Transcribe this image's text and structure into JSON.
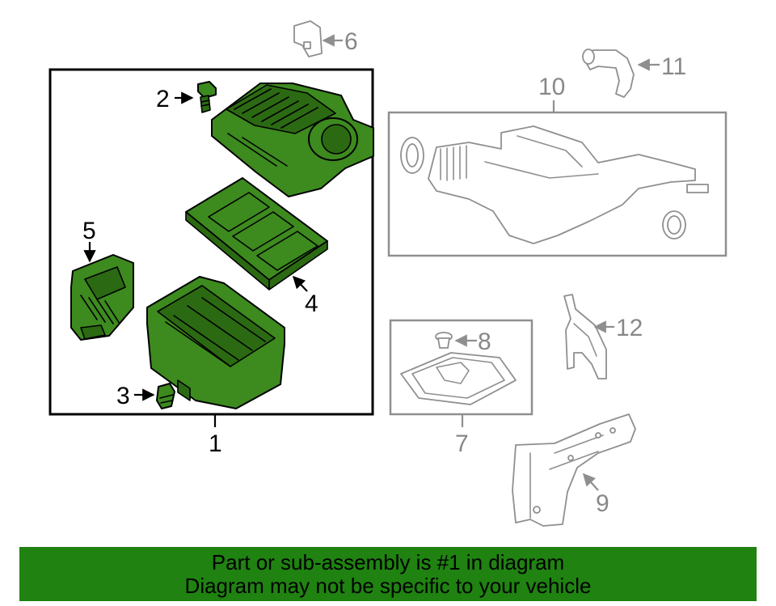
{
  "callouts": {
    "c1": "1",
    "c2": "2",
    "c3": "3",
    "c4": "4",
    "c5": "5",
    "c6": "6",
    "c7": "7",
    "c8": "8",
    "c9": "9",
    "c10": "10",
    "c11": "11",
    "c12": "12"
  },
  "footer": {
    "line1": "Part or sub-assembly is #1 in diagram",
    "line2": "Diagram may not be specific to your vehicle"
  },
  "colors": {
    "highlight_part": "#3d8a1f",
    "footer_bg": "#1f8211",
    "ghost_part": "#8f8f8f"
  }
}
